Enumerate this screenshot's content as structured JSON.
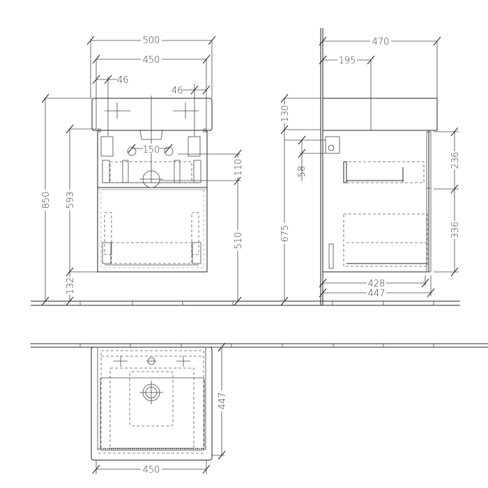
{
  "drawing": {
    "units": "mm",
    "line_color": "#222222",
    "background": "#ffffff"
  },
  "front_view": {
    "dims": {
      "overall_width": "500",
      "cabinet_width": "450",
      "left_tap_offset": "46",
      "right_tap_offset": "46",
      "pipe_spacing": "150",
      "total_height": "850",
      "cabinet_height": "593",
      "plinth_height": "132",
      "drain_offset": "110",
      "drain_height": "510"
    }
  },
  "side_view": {
    "dims": {
      "basin_depth": "470",
      "tap_center": "195",
      "basin_height": "130",
      "bracket_offset": "58",
      "floor_to_top": "675",
      "upper_drawer": "236",
      "lower_drawer": "336",
      "inner_depth": "428",
      "cabinet_depth": "447"
    }
  },
  "plan_view": {
    "dims": {
      "depth": "447",
      "width": "450"
    }
  }
}
